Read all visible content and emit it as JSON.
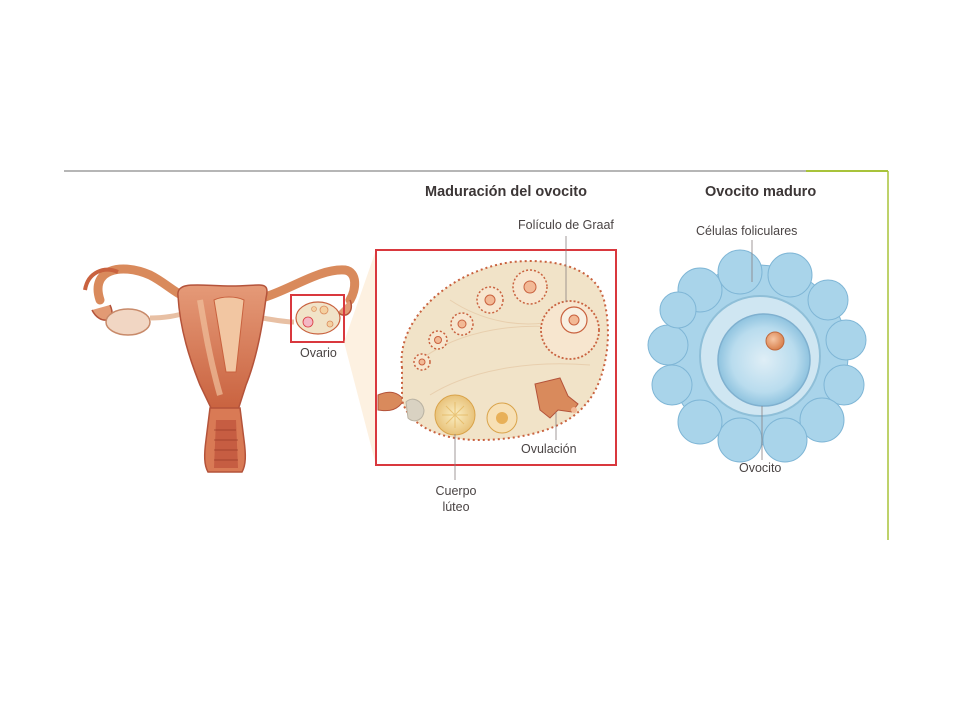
{
  "panels": {
    "maturation_title": "Maduración del ovocito",
    "mature_title": "Ovocito maduro"
  },
  "labels": {
    "ovary": "Ovario",
    "graaf_follicle": "Folículo de Graaf",
    "ovulation": "Ovulación",
    "corpus_luteum_line1": "Cuerpo",
    "corpus_luteum_line2": "lúteo",
    "follicular_cells": "Células foliculares",
    "oocyte": "Ovocito"
  },
  "colors": {
    "frame_red": "#d9383e",
    "tissue_orange": "#d98a5c",
    "tissue_dark": "#b4533a",
    "ovary_fill": "#f1e3c8",
    "cell_blue": "#a9d4ea",
    "accent_green": "#a8c33a"
  }
}
